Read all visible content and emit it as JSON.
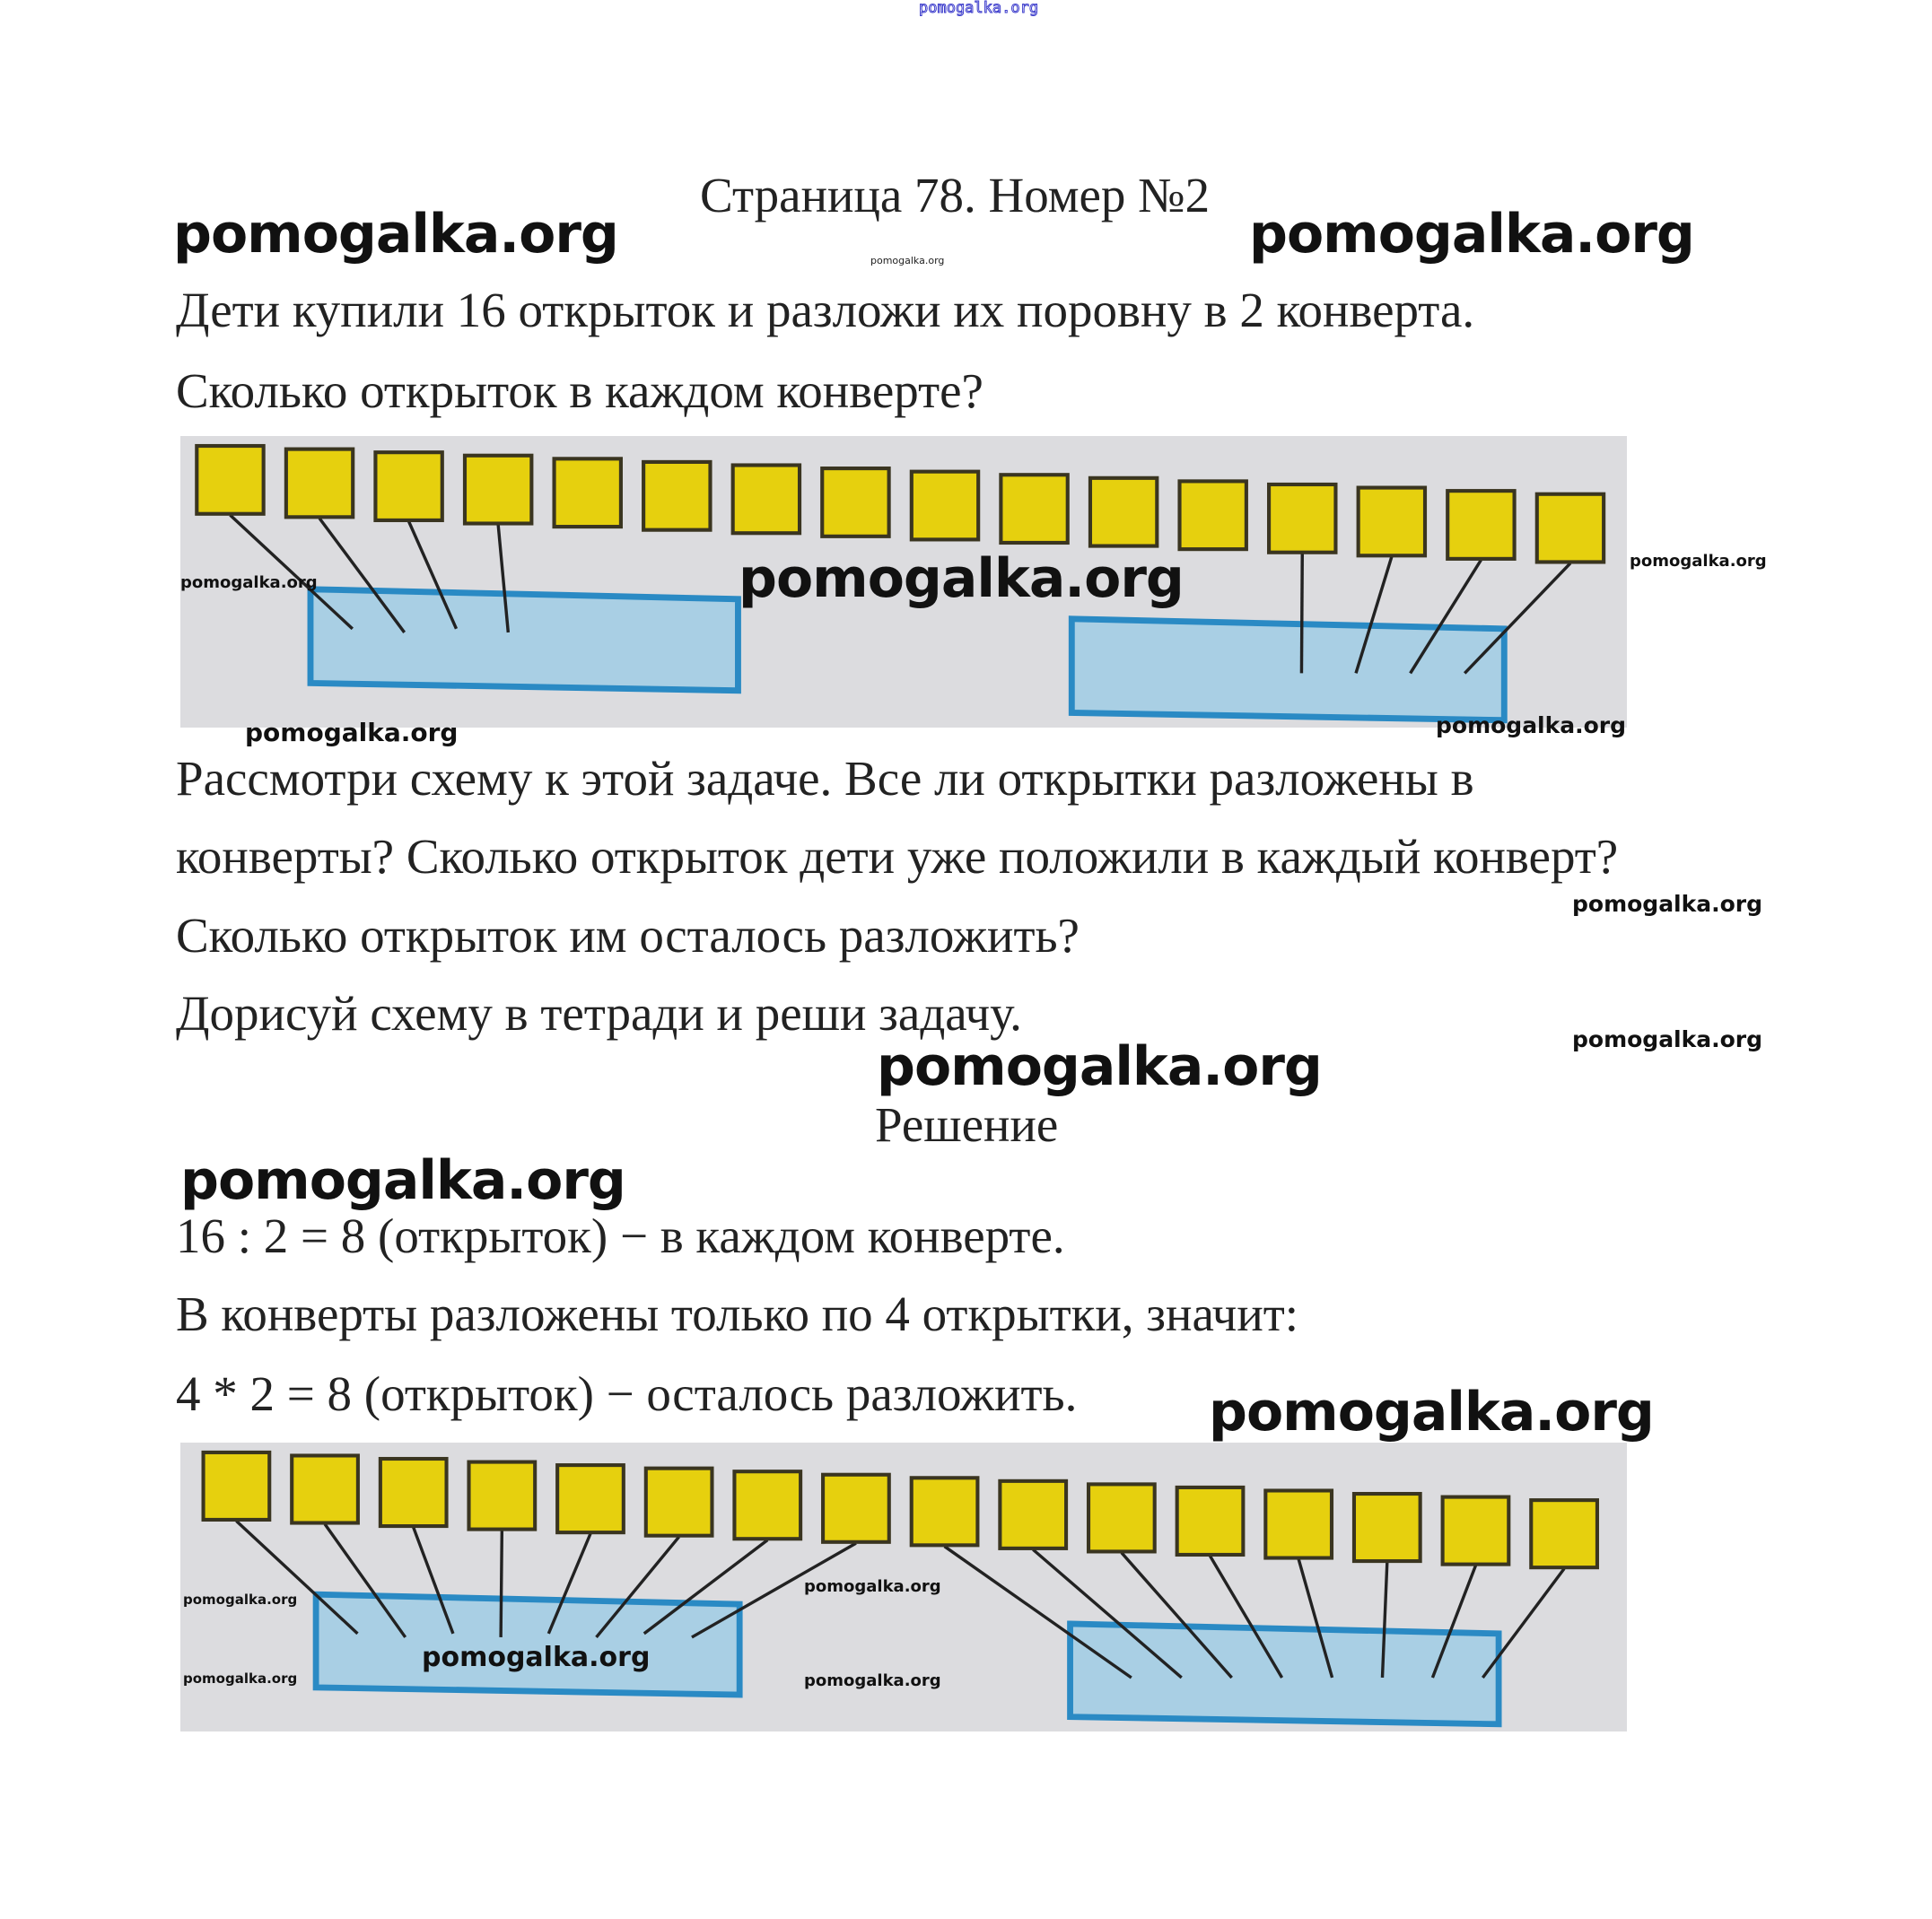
{
  "watermark": "pomogalka.org",
  "title": "Страница 78. Номер №2",
  "task": {
    "lines": [
      "Дети купили 16 открыток и разложи их поровну в 2 конверта.",
      "Сколько открыток в каждом конверте?"
    ],
    "questions": [
      "Рассмотри схему к этой задаче. Все ли открытки разложены в",
      "конверты? Сколько открыток дети уже положили в каждый конверт?",
      "Сколько открыток им осталось разложить?",
      "Дорисуй схему в тетради и реши задачу."
    ]
  },
  "solution": {
    "heading": "Решение",
    "lines": [
      "16 : 2 = 8 (открыток) − в каждом конверте.",
      "В конверты разложены только по 4 открытки, значит:",
      "4 * 2 = 8 (открыток) − осталось разложить."
    ]
  },
  "diagrams": [
    {
      "cards_total": 16,
      "cards_in_left_envelope": 4,
      "cards_in_right_envelope": 4
    },
    {
      "cards_total": 16,
      "cards_in_left_envelope": 8,
      "cards_in_right_envelope": 8
    }
  ],
  "colors": {
    "card": "#e6d00e",
    "envelope": "#a9cfe4",
    "envelope_border": "#2a8ac4",
    "background": "#dcdcdf"
  }
}
